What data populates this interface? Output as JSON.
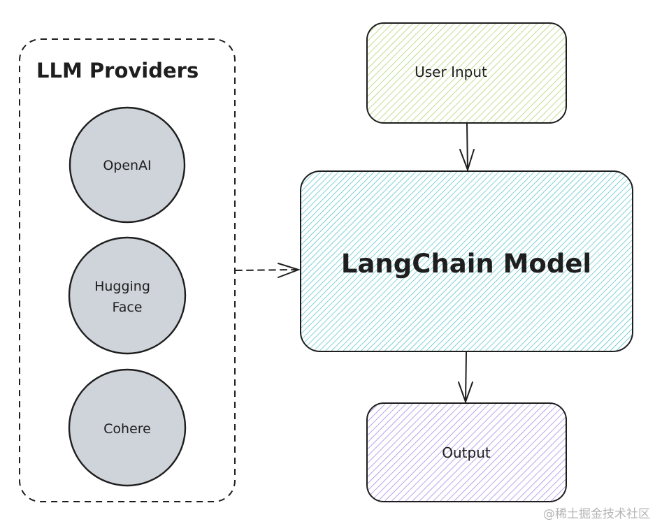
{
  "diagram": {
    "group": {
      "title": "LLM Providers",
      "providers": [
        {
          "label_lines": [
            "OpenAI"
          ]
        },
        {
          "label_lines": [
            "Hugging",
            "Face"
          ]
        },
        {
          "label_lines": [
            "Cohere"
          ]
        }
      ]
    },
    "nodes": {
      "input": {
        "label": "User Input",
        "color": "#a3d162"
      },
      "model": {
        "label": "LangChain Model",
        "color": "#3bbac4"
      },
      "output": {
        "label": "Output",
        "color": "#9b7ee6"
      }
    },
    "edges": [
      {
        "from": "input",
        "to": "model",
        "style": "solid"
      },
      {
        "from": "model",
        "to": "output",
        "style": "solid"
      },
      {
        "from": "group",
        "to": "model",
        "style": "dashed"
      }
    ],
    "provider_fill": "#ced4da",
    "stroke": "#1e1e1e"
  },
  "watermark": "@稀土掘金技术社区"
}
